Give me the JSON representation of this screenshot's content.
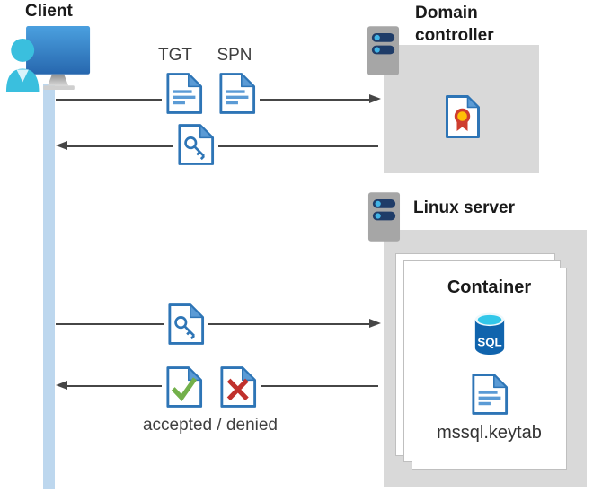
{
  "client": {
    "label": "Client"
  },
  "domain_controller": {
    "label": "Domain controller"
  },
  "linux_server": {
    "label": "Linux server"
  },
  "container": {
    "label": "Container",
    "sql_label": "SQL",
    "keytab_label": "mssql.keytab"
  },
  "flow_labels": {
    "tgt": "TGT",
    "spn": "SPN",
    "accepted_denied": "accepted / denied"
  },
  "flows": [
    {
      "from": "client",
      "to": "domain_controller",
      "direction": "right",
      "items": [
        "TGT document",
        "SPN document"
      ]
    },
    {
      "from": "domain_controller",
      "to": "client",
      "direction": "left",
      "items": [
        "key ticket document"
      ]
    },
    {
      "from": "client",
      "to": "linux_server",
      "direction": "right",
      "items": [
        "key ticket document"
      ]
    },
    {
      "from": "linux_server",
      "to": "client",
      "direction": "left",
      "items": [
        "accepted document",
        "denied document"
      ],
      "caption": "accepted / denied"
    }
  ],
  "icons": {
    "client": "client-workstation-icon",
    "server": "server-icon",
    "document": "document-icon",
    "key": "key-ticket-document-icon",
    "certificate": "certificate-icon",
    "sql": "sql-database-icon",
    "accepted": "accepted-document-icon",
    "denied": "denied-document-icon"
  },
  "colors": {
    "doc_blue": "#2E75B6",
    "fold_blue": "#5B9BD5",
    "check_green": "#73B04A",
    "cross_red": "#C0312D",
    "seal_yellow": "#FFC107",
    "seal_red": "#CE3D2E",
    "lifeline_blue": "#BDD7EE",
    "box_gray": "#D9D9D9",
    "server_gray": "#A6A6A6",
    "bar_navy": "#1F3C68",
    "dot_cyan": "#41B4E6",
    "sql_body": "#1064AD",
    "sql_top": "#32C7E9",
    "person_cyan": "#3ABFDE",
    "monitor_top": "#4BA0DF",
    "monitor_bottom": "#2767AE",
    "arrow_gray": "#464646"
  }
}
